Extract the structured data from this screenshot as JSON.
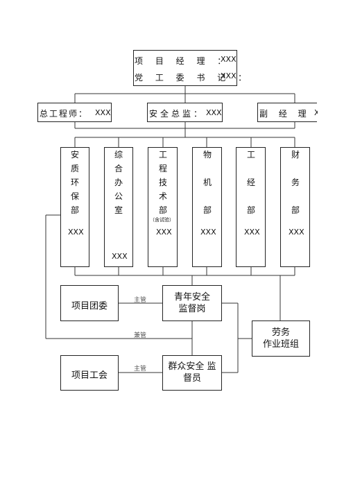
{
  "top": {
    "line1_label": "项 目 经 理 ：",
    "line1_value": "XXX",
    "line2_label": "党 工 委 书 记 ：",
    "line2_value": "XXX"
  },
  "level2": [
    {
      "label": "总工程师：",
      "value": "XXX"
    },
    {
      "label": "安全总监：",
      "value": "XXX"
    },
    {
      "label": "副 经 理 ：",
      "value": "X"
    }
  ],
  "departments": [
    {
      "chars": [
        "安",
        "质",
        "环",
        "保",
        "部"
      ],
      "value": "XXX"
    },
    {
      "chars": [
        "综",
        "合",
        "办",
        "公",
        "室"
      ],
      "value": "XXX"
    },
    {
      "chars": [
        "工",
        "程",
        "技",
        "术",
        "部"
      ],
      "note": "（含试验）",
      "value": "XXX"
    },
    {
      "chars": [
        "物",
        "",
        "机",
        "",
        "部"
      ],
      "value": "XXX"
    },
    {
      "chars": [
        "工",
        "",
        "经",
        "",
        "部"
      ],
      "value": "XXX"
    },
    {
      "chars": [
        "财",
        "",
        "务",
        "",
        "部"
      ],
      "value": "XXX"
    }
  ],
  "lower": {
    "youth_committee": "项目团委",
    "youth_post": "青年安全\n监督岗",
    "union": "项目工会",
    "mass_supervisor": "群众安全  监\n督员",
    "labor_team": "劳务\n作业班组"
  },
  "edge_labels": {
    "in_charge_1": "主管",
    "concurrent": "兼管",
    "in_charge_2": "主管"
  }
}
